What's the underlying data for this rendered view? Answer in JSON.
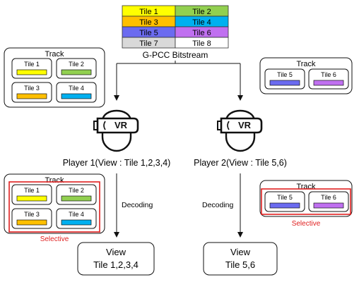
{
  "bitstream": {
    "title": "G-PCC Bitstream",
    "tiles": [
      {
        "label": "Tile 1",
        "color": "#FFFF00"
      },
      {
        "label": "Tile 2",
        "color": "#92D050"
      },
      {
        "label": "Tile 3",
        "color": "#FFC000"
      },
      {
        "label": "Tile 4",
        "color": "#00B0F0"
      },
      {
        "label": "Tile 5",
        "color": "#6B6BF0"
      },
      {
        "label": "Tile 6",
        "color": "#C070F0"
      },
      {
        "label": "Tile 7",
        "color": "#D9D9D9"
      },
      {
        "label": "Tile 8",
        "color": "#FFFFFF"
      }
    ]
  },
  "track_label": "Track",
  "players": [
    {
      "caption": "Player 1(View : Tile 1,2,3,4)",
      "headset_text": "VR",
      "action": "Decoding",
      "selective": "Selective",
      "view_line1": "View",
      "view_line2": "Tile 1,2,3,4",
      "tiles": [
        {
          "label": "Tile 1",
          "color": "#FFFF00"
        },
        {
          "label": "Tile 2",
          "color": "#92D050"
        },
        {
          "label": "Tile 3",
          "color": "#FFC000"
        },
        {
          "label": "Tile 4",
          "color": "#00B0F0"
        }
      ]
    },
    {
      "caption": "Player 2(View : Tile 5,6)",
      "headset_text": "VR",
      "action": "Decoding",
      "selective": "Selective",
      "view_line1": "View",
      "view_line2": "Tile 5,6",
      "tiles": [
        {
          "label": "Tile 5",
          "color": "#6B6BF0"
        },
        {
          "label": "Tile 6",
          "color": "#C070F0"
        }
      ]
    }
  ],
  "colors": {
    "selective_red": "#E02020",
    "stroke": "#111111",
    "panel_fill": "#FFFFFF"
  }
}
